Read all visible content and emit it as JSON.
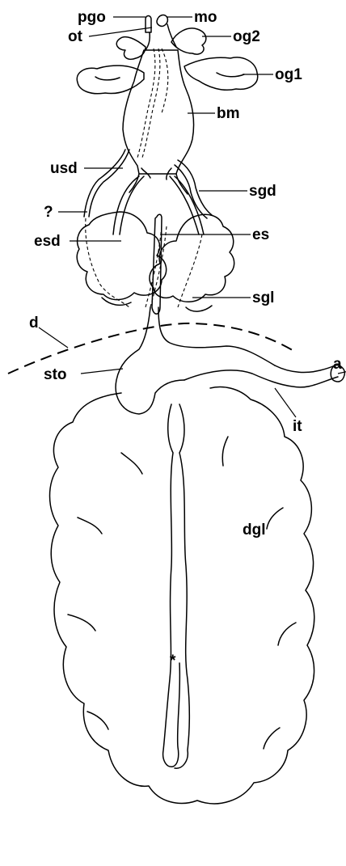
{
  "labels": {
    "pgo": "pgo",
    "mo": "mo",
    "ot": "ot",
    "og2": "og2",
    "og1": "og1",
    "bm": "bm",
    "usd": "usd",
    "sgd": "sgd",
    "unknown": "?",
    "esd": "esd",
    "es": "es",
    "sgl": "sgl",
    "d": "d",
    "sto": "sto",
    "a": "a",
    "it": "it",
    "dgl": "dgl",
    "asterisk": "*"
  }
}
